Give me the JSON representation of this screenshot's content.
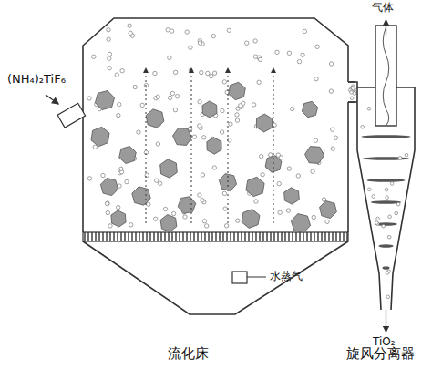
{
  "diagram": {
    "labels": [
      "(NH₄)₂TiF₆",
      "气体",
      "水蒸气",
      "TiO₂",
      "流化床",
      "旋风分离器"
    ]
  }
}
